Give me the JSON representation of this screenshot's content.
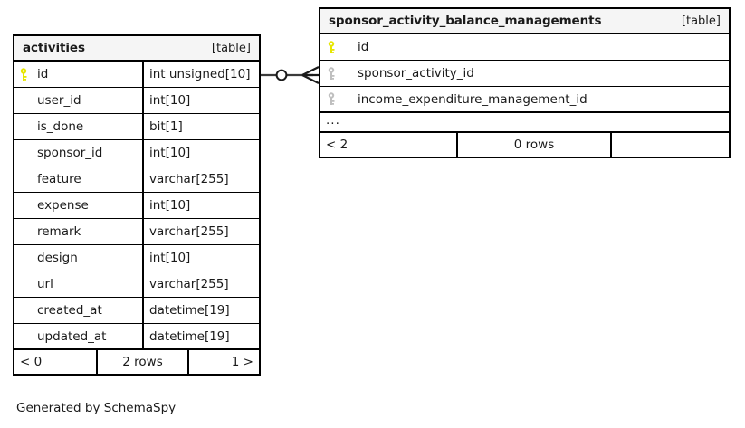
{
  "diagram": {
    "caption": "Generated by SchemaSpy",
    "background_color": "#ffffff",
    "border_color": "#000000",
    "header_fill": "#f5f5f5",
    "primary_key_color": "#e6e600",
    "foreign_key_color": "#bfbfbf"
  },
  "tables": [
    {
      "name": "activities",
      "tag": "[table]",
      "columns": [
        {
          "name": "id",
          "type": "int unsigned[10]",
          "key": "primary"
        },
        {
          "name": "user_id",
          "type": "int[10]",
          "key": "none"
        },
        {
          "name": "is_done",
          "type": "bit[1]",
          "key": "none"
        },
        {
          "name": "sponsor_id",
          "type": "int[10]",
          "key": "none"
        },
        {
          "name": "feature",
          "type": "varchar[255]",
          "key": "none"
        },
        {
          "name": "expense",
          "type": "int[10]",
          "key": "none"
        },
        {
          "name": "remark",
          "type": "varchar[255]",
          "key": "none"
        },
        {
          "name": "design",
          "type": "int[10]",
          "key": "none"
        },
        {
          "name": "url",
          "type": "varchar[255]",
          "key": "none"
        },
        {
          "name": "created_at",
          "type": "datetime[19]",
          "key": "none"
        },
        {
          "name": "updated_at",
          "type": "datetime[19]",
          "key": "none"
        }
      ],
      "footer": {
        "prev_label": "< 0",
        "rows_label": "2 rows",
        "next_label": "1 >"
      }
    },
    {
      "name": "sponsor_activity_balance_managements",
      "tag": "[table]",
      "columns": [
        {
          "name": "id",
          "key": "primary"
        },
        {
          "name": "sponsor_activity_id",
          "key": "foreign"
        },
        {
          "name": "income_expenditure_management_id",
          "key": "foreign"
        }
      ],
      "more_indicator": "...",
      "footer": {
        "prev_label": "< 2",
        "rows_label": "0 rows",
        "next_label": ""
      }
    }
  ],
  "relationship": {
    "from_table": "activities",
    "from_column": "id",
    "to_table": "sponsor_activity_balance_managements",
    "to_column": "sponsor_activity_id",
    "source_cardinality": "zero-or-one",
    "target_cardinality": "many"
  }
}
